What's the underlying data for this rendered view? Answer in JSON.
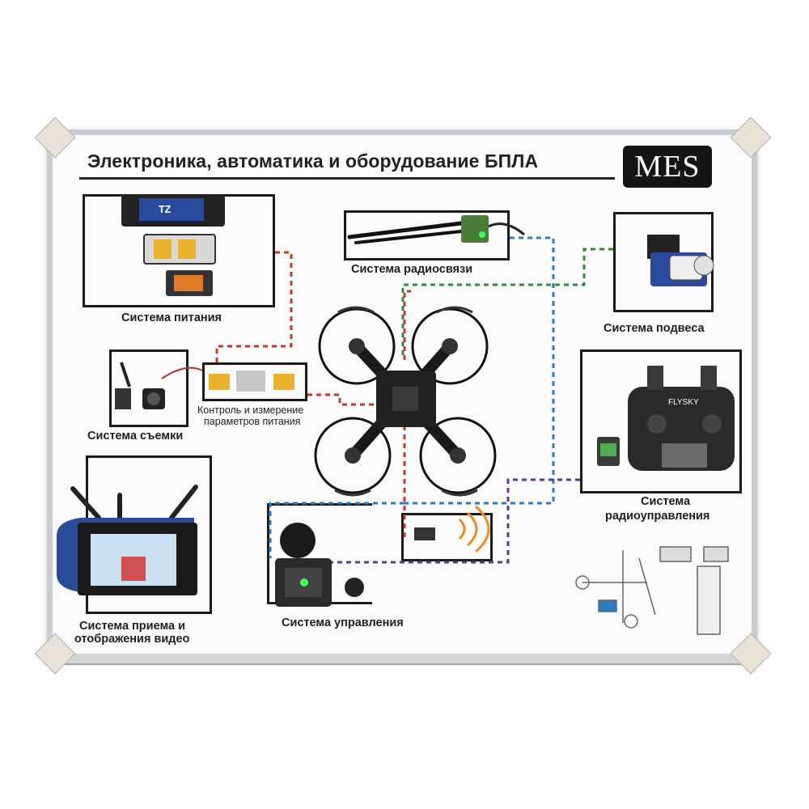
{
  "board": {
    "title": "Электроника, автоматика и оборудование БПЛА",
    "brand": "MES"
  },
  "systems": {
    "power": "Система питания",
    "radio_link": "Система радиосвязи",
    "gimbal": "Система подвеса",
    "power_monitor": [
      "Контроль и измерение",
      "параметров питания"
    ],
    "camera": "Система съемки",
    "rc": [
      "Система",
      "радиоуправления"
    ],
    "video_rx": [
      "Система приема и",
      "отображения видео"
    ],
    "control": "Система управления"
  },
  "device_labels": {
    "battery_brand": "TZ",
    "transmitter_brand": "FLYSKY"
  },
  "colors": {
    "red_wire": "#c0392b",
    "green_wire": "#2e8b3e",
    "blue_wire": "#2b7bc0",
    "purple_wire": "#5b3c8c",
    "signal_orange": "#f08c1c"
  }
}
